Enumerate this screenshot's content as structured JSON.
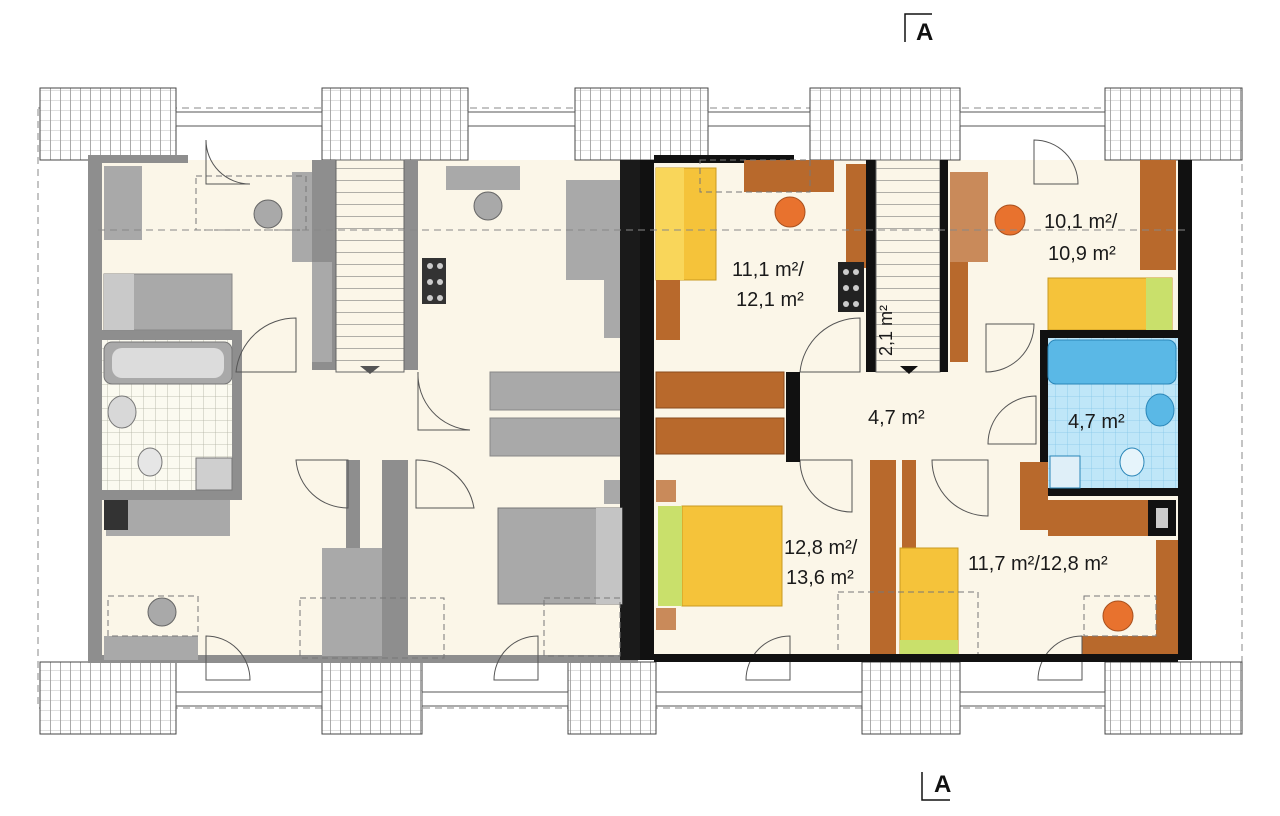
{
  "section_marker": {
    "label": "A"
  },
  "colors": {
    "floor": "#fbf6e8",
    "wall_grey": "#8e8e8e",
    "wall_black": "#111111",
    "furniture_grey": "#a9a9a9",
    "wood": "#b8692c",
    "wood_dark": "#8a4a1c",
    "bed_yellow": "#f5c33a",
    "blanket_green": "#c9e06b",
    "chair_orange": "#e8722e",
    "bath_blue": "#5ab8e6",
    "tile_blue": "#bfe6f8"
  },
  "rooms": {
    "room_tr1": {
      "label": "11,1 m²/",
      "label2": "12,1 m²"
    },
    "room_tr2": {
      "label": "10,1 m²/",
      "label2": "10,9 m²"
    },
    "stair_area": {
      "label": "2,1 m²"
    },
    "hall": {
      "label": "4,7 m²"
    },
    "bathroom": {
      "label": "4,7 m²"
    },
    "room_br1": {
      "label": "12,8 m²/",
      "label2": "13,6 m²"
    },
    "room_br2": {
      "label": "11,7 m²/12,8 m²"
    }
  }
}
